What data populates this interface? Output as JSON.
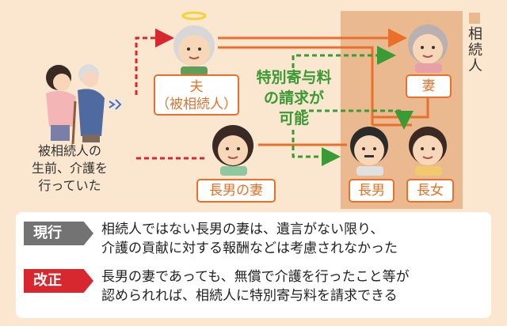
{
  "legend": {
    "label": "相続人"
  },
  "people": {
    "husband": {
      "name_line1": "夫",
      "name_line2": "（被相続人）"
    },
    "wife": {
      "name": "妻"
    },
    "eldest_son": {
      "name": "長男"
    },
    "eldest_daughter": {
      "name": "長女"
    },
    "son_wife": {
      "name": "長男の妻"
    }
  },
  "claim_note": {
    "line1": "特別寄与料",
    "line2": "の請求が",
    "line3": "可能"
  },
  "care_caption": {
    "line1": "被相続人の",
    "line2": "生前、介護を",
    "line3": "行っていた"
  },
  "comparison": {
    "current": {
      "tag": "現行",
      "line1": "相続人ではない長男の妻は、遺言がない限り、",
      "line2": "介護の貢献に対する報酬などは考慮されなかった"
    },
    "revised": {
      "tag": "改正",
      "line1": "長男の妻であっても、無償で介護を行ったこと等が",
      "line2": "認められれば、相続人に特別寄与料を請求できる"
    }
  },
  "colors": {
    "background": "#fbe7cf",
    "heir_zone": "#eab98f",
    "accent_orange": "#e8702a",
    "claim_green": "#3a9a34",
    "care_red": "#d8282f",
    "current_gray": "#737373"
  },
  "icons": [
    "caregiver-illustration-icon",
    "husband-face-icon",
    "halo-icon",
    "wife-face-icon",
    "son-face-icon",
    "daughter-face-icon",
    "son-wife-face-icon"
  ]
}
